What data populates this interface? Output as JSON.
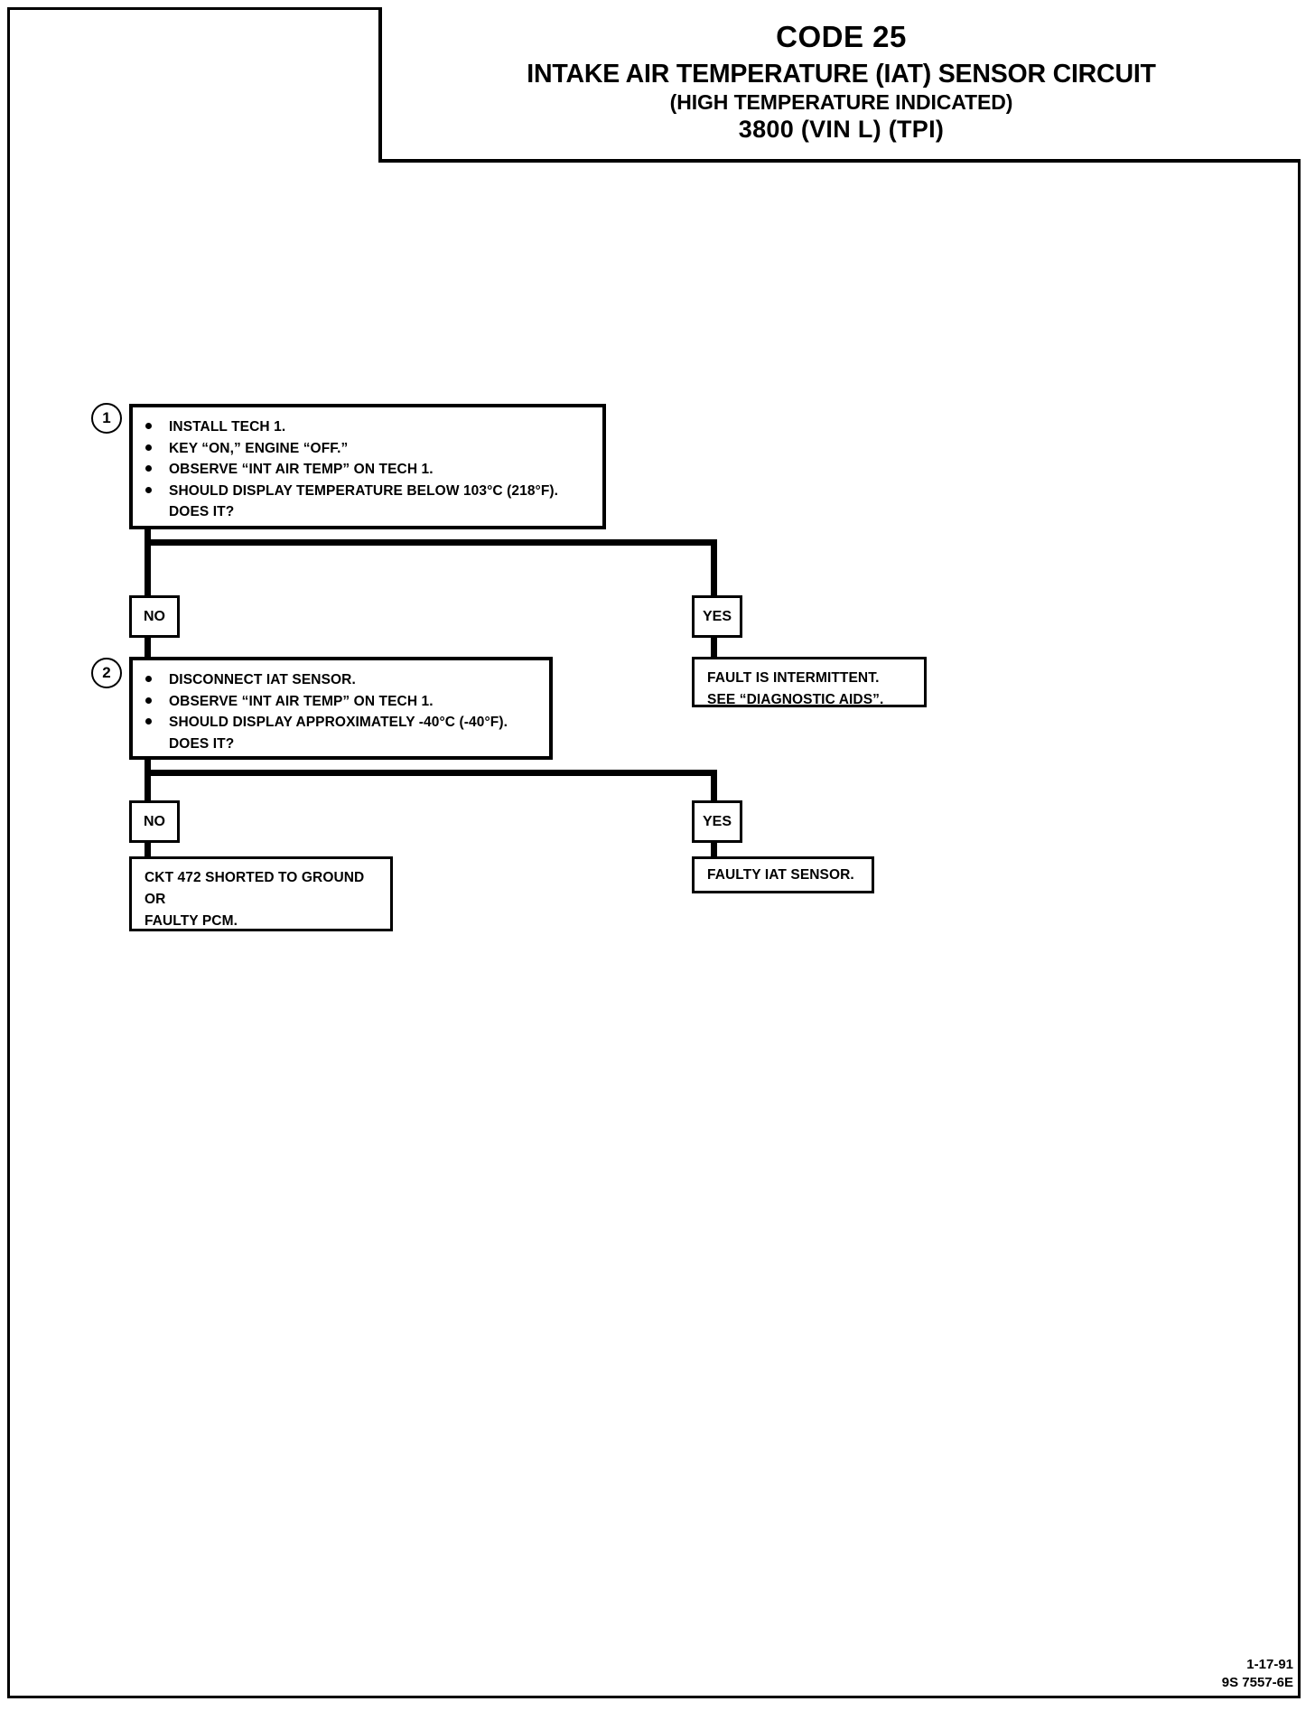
{
  "page": {
    "title_block": {
      "code": "CODE 25",
      "main_title": "INTAKE AIR TEMPERATURE (IAT) SENSOR CIRCUIT",
      "subtitle": "(HIGH TEMPERATURE INDICATED)",
      "engine": "3800  (VIN L)  (TPI)"
    },
    "footer": {
      "date": "1-17-91",
      "document_id": "9S 7557-6E"
    },
    "colors": {
      "ink": "#000000",
      "paper": "#ffffff"
    }
  },
  "flow": {
    "step1": {
      "number": "1",
      "bullets": [
        "INSTALL TECH 1.",
        "KEY “ON,” ENGINE “OFF.”",
        "OBSERVE “INT AIR TEMP” ON TECH 1.",
        "SHOULD DISPLAY TEMPERATURE BELOW 103°C (218°F)."
      ],
      "question": "DOES IT?"
    },
    "step1_no_label": "NO",
    "step1_yes_label": "YES",
    "step1_yes_result": {
      "line1": "FAULT IS INTERMITTENT.",
      "line2": "SEE “DIAGNOSTIC AIDS”."
    },
    "step2": {
      "number": "2",
      "bullets": [
        "DISCONNECT IAT SENSOR.",
        "OBSERVE “INT AIR TEMP” ON TECH 1.",
        "SHOULD DISPLAY APPROXIMATELY -40°C (-40°F)."
      ],
      "question": "DOES IT?"
    },
    "step2_no_label": "NO",
    "step2_yes_label": "YES",
    "step2_no_result": {
      "line1": "CKT 472 SHORTED TO GROUND",
      "line2": "OR",
      "line3": "FAULTY PCM."
    },
    "step2_yes_result": {
      "line1": "FAULTY IAT SENSOR."
    }
  }
}
